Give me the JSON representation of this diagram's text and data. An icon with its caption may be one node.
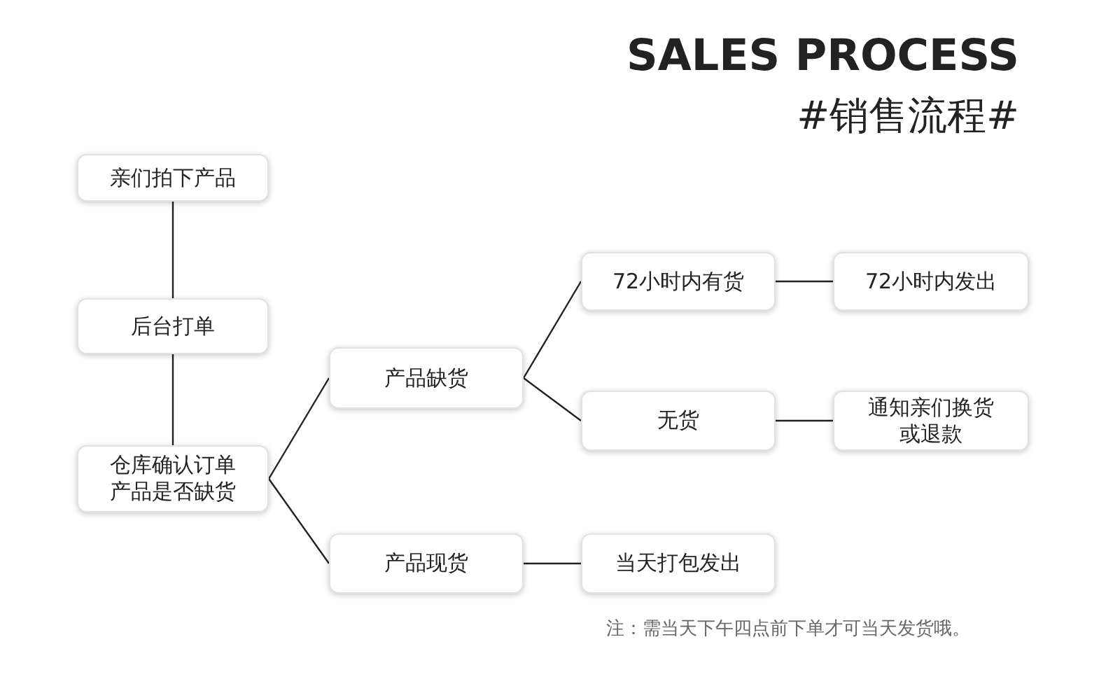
{
  "diagram": {
    "title": "SALES PROCESS",
    "nodes": [
      {
        "text": [
          "亲们拍下产品"
        ]
      },
      {
        "text": [
          "后台打单"
        ]
      },
      {
        "text": [
          "仓库确认订单产品是否缺货"
        ]
      },
      {
        "text": [
          "产品缺货"
        ]
      },
      {
        "text": [
          "产品现货"
        ]
      },
      {
        "text": [
          "72小时内有货"
        ]
      },
      {
        "text": [
          "无货"
        ]
      },
      {
        "text": [
          "当天打包发出"
        ]
      },
      {
        "text": [
          "72小时内发出"
        ]
      },
      {
        "text": [
          "通知亲们换货或退款"
        ]
      }
    ],
    "edges": [
      {
        "from": 0,
        "to": 1,
        "arrow": "none"
      },
      {
        "from": 1,
        "to": 2,
        "arrow": "none"
      },
      {
        "from": 2,
        "to": 3,
        "arrow": "none"
      },
      {
        "from": 2,
        "to": 4,
        "arrow": "none"
      },
      {
        "from": 3,
        "to": 5,
        "arrow": "none"
      },
      {
        "from": 3,
        "to": 6,
        "arrow": "none"
      },
      {
        "from": 4,
        "to": 7,
        "arrow": "none"
      },
      {
        "from": 5,
        "to": 8,
        "arrow": "none"
      },
      {
        "from": 6,
        "to": 9,
        "arrow": "none"
      }
    ],
    "labels": [
      "#销售流程#",
      "注：需当天下午四点前下单才可当天发货哦。"
    ]
  }
}
